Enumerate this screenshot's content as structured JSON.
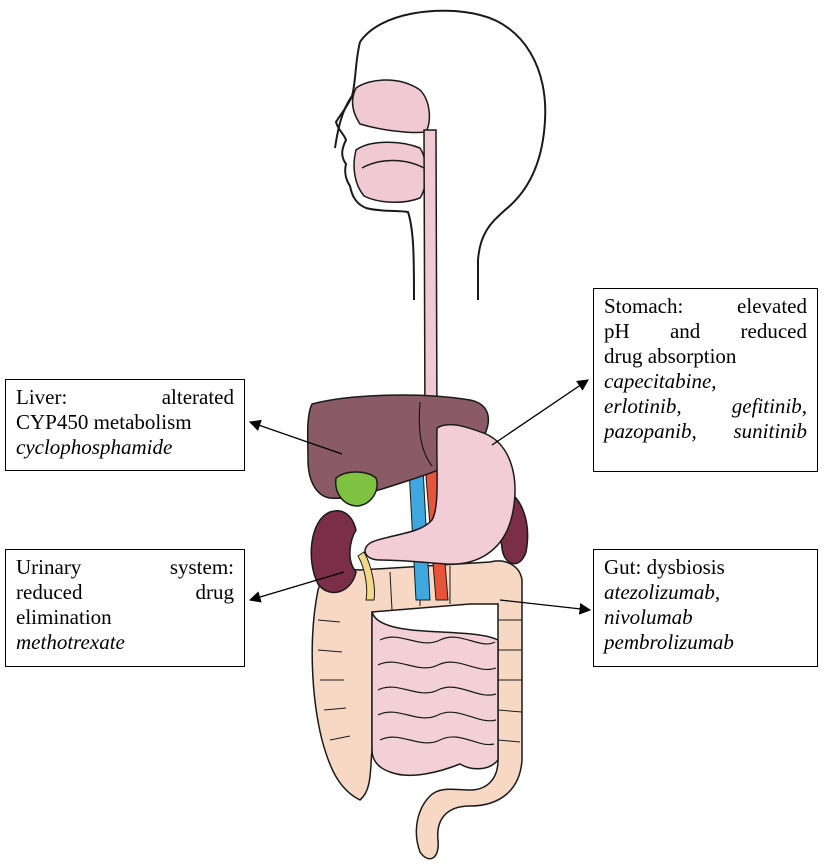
{
  "liver": {
    "heading": "Liver: alterated",
    "line2": "CYP450 metabolism",
    "drugs": "cyclophosphamide"
  },
  "urinary": {
    "heading": "Urinary system:",
    "line2": "reduced drug",
    "line3": "elimination",
    "drugs": "methotrexate"
  },
  "stomach": {
    "heading": "Stomach: elevated",
    "line2": "pH and reduced",
    "line3": "drug absorption",
    "drugs_line1": "capecitabine,",
    "drugs_line2": "erlotinib, gefitinib,",
    "drugs_line3": "pazopanib, sunitinib"
  },
  "gut": {
    "heading": "Gut: dysbiosis",
    "drugs_line1": "atezolizumab,",
    "drugs_line2": "nivolumab",
    "drugs_line3": "pembrolizumab"
  },
  "colors": {
    "liver": "#8a5a66",
    "stomach": "#f2ccd6",
    "esophagus": "#f0c9d2",
    "intestine": "#f2d0d6",
    "colon": "#f6d8c4",
    "kidney": "#7a2e48",
    "gallbladder": "#7fc241",
    "vessel_red": "#e8543a",
    "vessel_blue": "#3ea7df",
    "outline": "#1a1a1a"
  }
}
